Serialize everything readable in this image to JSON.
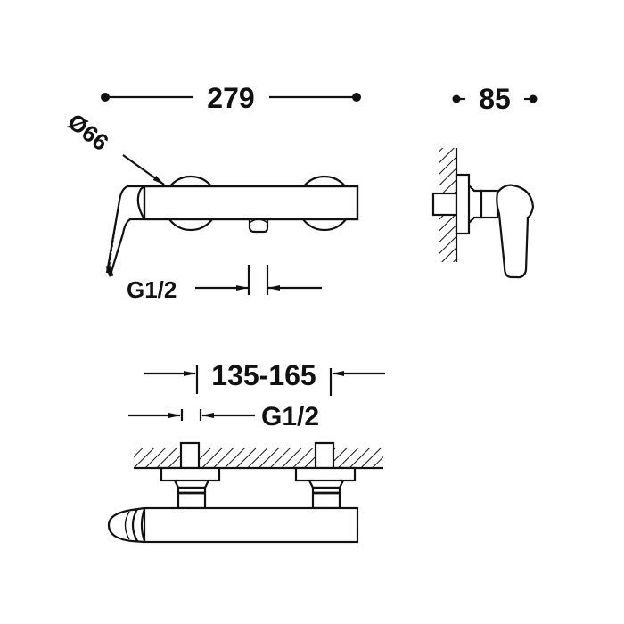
{
  "drawing": {
    "title": "Wall-mounted shower mixer dimensional drawing",
    "front_view": {
      "overall_width": "279",
      "rosette_diameter": "Ø66",
      "outlet_thread": "G1/2"
    },
    "side_view": {
      "depth": "85"
    },
    "top_view": {
      "inlet_centers": "135-165",
      "inlet_thread": "G1/2"
    },
    "colors": {
      "line": "#111111",
      "background": "#ffffff"
    }
  }
}
